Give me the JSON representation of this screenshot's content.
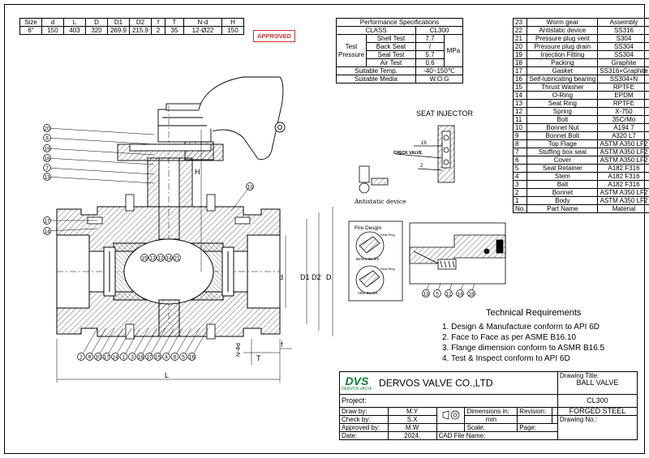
{
  "dimensions_table": {
    "headers": [
      "Size",
      "d",
      "L",
      "D",
      "D1",
      "D2",
      "f",
      "T",
      "N-d",
      "H"
    ],
    "row": [
      "6\"",
      "150",
      "403",
      "320",
      "269.9",
      "215.9",
      "2",
      "35",
      "12-Ø22",
      "150"
    ]
  },
  "stamp": "APPROVED",
  "performance": {
    "title": "Performance Specifications",
    "class_label": "CLASS",
    "class_value": "CL300",
    "test_pressure_label": "Test Pressure",
    "unit": "MPa",
    "tests": [
      {
        "name": "Shell Test",
        "value": "7.7"
      },
      {
        "name": "Back Seat",
        "value": "/"
      },
      {
        "name": "Seal Test",
        "value": "5.7"
      },
      {
        "name": "Air Test",
        "value": "0.6"
      }
    ],
    "temp_label": "Suitable Temp.",
    "temp_value": "-40~150℃",
    "media_label": "Suitable Media",
    "media_value": "W.O.G"
  },
  "parts": [
    {
      "no": "23",
      "name": "Worm gear",
      "material": "Assembly"
    },
    {
      "no": "22",
      "name": "Antistatic device",
      "material": "SS316"
    },
    {
      "no": "21",
      "name": "Pressure plug vent",
      "material": "S304"
    },
    {
      "no": "20",
      "name": "Pressure plug drain",
      "material": "SS304"
    },
    {
      "no": "19",
      "name": "Injection Fitting",
      "material": "SS304"
    },
    {
      "no": "18",
      "name": "Packing",
      "material": "Graphite"
    },
    {
      "no": "17",
      "name": "Gasket",
      "material": "SS316+Graphite"
    },
    {
      "no": "16",
      "name": "Self-lubricating bearing",
      "material": "SS304+N"
    },
    {
      "no": "15",
      "name": "Thrust Washer",
      "material": "RPTFE"
    },
    {
      "no": "14",
      "name": "O-Ring",
      "material": "EPDM"
    },
    {
      "no": "13",
      "name": "Seat Ring",
      "material": "RPTFE"
    },
    {
      "no": "12",
      "name": "Spring",
      "material": "X-750"
    },
    {
      "no": "11",
      "name": "Bolt",
      "material": "35CrMo"
    },
    {
      "no": "10",
      "name": "Bonnet Nut",
      "material": "A194 7"
    },
    {
      "no": "9",
      "name": "Bonnet Bolt",
      "material": "A320 L7"
    },
    {
      "no": "8",
      "name": "Top Flage",
      "material": "ASTM A350 LF2"
    },
    {
      "no": "7",
      "name": "Stuffing box seal",
      "material": "ASTM A350 LF2"
    },
    {
      "no": "6",
      "name": "Cover",
      "material": "ASTM A350 LF2"
    },
    {
      "no": "5",
      "name": "Seat Retainer",
      "material": "A182 F316"
    },
    {
      "no": "4",
      "name": "Stem",
      "material": "A182 F316"
    },
    {
      "no": "3",
      "name": "Ball",
      "material": "A182 F316"
    },
    {
      "no": "2",
      "name": "Bonnet",
      "material": "ASTM A350 LF2"
    },
    {
      "no": "1",
      "name": "Body",
      "material": "ASTM A350 LF2"
    }
  ],
  "parts_footer": {
    "no": "No.",
    "name": "Part Name",
    "material": "Material"
  },
  "seat_injector": {
    "title": "SEAT INJECTOR",
    "label_19": "19",
    "label_2": "2",
    "check_valve": "CHECK VALVE"
  },
  "antistatic_label": "Antistatic device",
  "fire_design": {
    "title": "Fire Desgin",
    "before": "Before the fire",
    "after": "After the fire",
    "tag": "Seat Ring"
  },
  "technical_requirements": {
    "title": "Technical Requirements",
    "items": [
      "1. Design & Manufacture conform to API 6D",
      "2. Face to Face as per ASME B16.10",
      "3. Flange dimension conform to ASMR B16.5",
      "4. Test & Inspect  conform to  API 6D"
    ]
  },
  "title_block": {
    "logo": "DVS",
    "logo_sub": "DERVOS VALVE",
    "company": "DERVOS VALVE CO.,LTD",
    "project_label": "Project:",
    "drawing_title_label": "Drawing Title:",
    "drawing_title": "BALL VALVE",
    "class": "CL300",
    "material": "FORGED STEEL",
    "drawing_no_label": "Drawing No.:",
    "draw_by_label": "Draw by:",
    "draw_by": "M.Y",
    "check_by_label": "Check by:",
    "check_by": "S.X",
    "approved_by_label": "Approved by:",
    "approved_by": "M.W",
    "date_label": "Date:",
    "date": "2024.",
    "dimensions_label": "Dimensions in:",
    "dimensions_unit": "mm",
    "revision_label": "Revision:",
    "scale_label": "Scale:",
    "page_label": "Page:",
    "cad_label": "CAD File Name:"
  },
  "dim_labels": {
    "L": "L",
    "D": "D",
    "D1": "D1",
    "D2": "D2",
    "d": "d",
    "H": "H",
    "T": "T",
    "f": "f",
    "Nd": "N-Φd"
  },
  "callouts_left": [
    "20",
    "8",
    "19",
    "18",
    "7",
    "13",
    "17",
    "14"
  ],
  "callouts_bottom": [
    "2",
    "9",
    "10",
    "17",
    "14",
    "1",
    "3",
    "16",
    "17",
    "15",
    "4",
    "6",
    "5",
    "16"
  ],
  "callouts_ball": [
    "15",
    "13",
    "12",
    "14",
    "21"
  ],
  "callout_right": "13",
  "detail_callouts": [
    "13",
    "5",
    "12",
    "14",
    "18"
  ]
}
